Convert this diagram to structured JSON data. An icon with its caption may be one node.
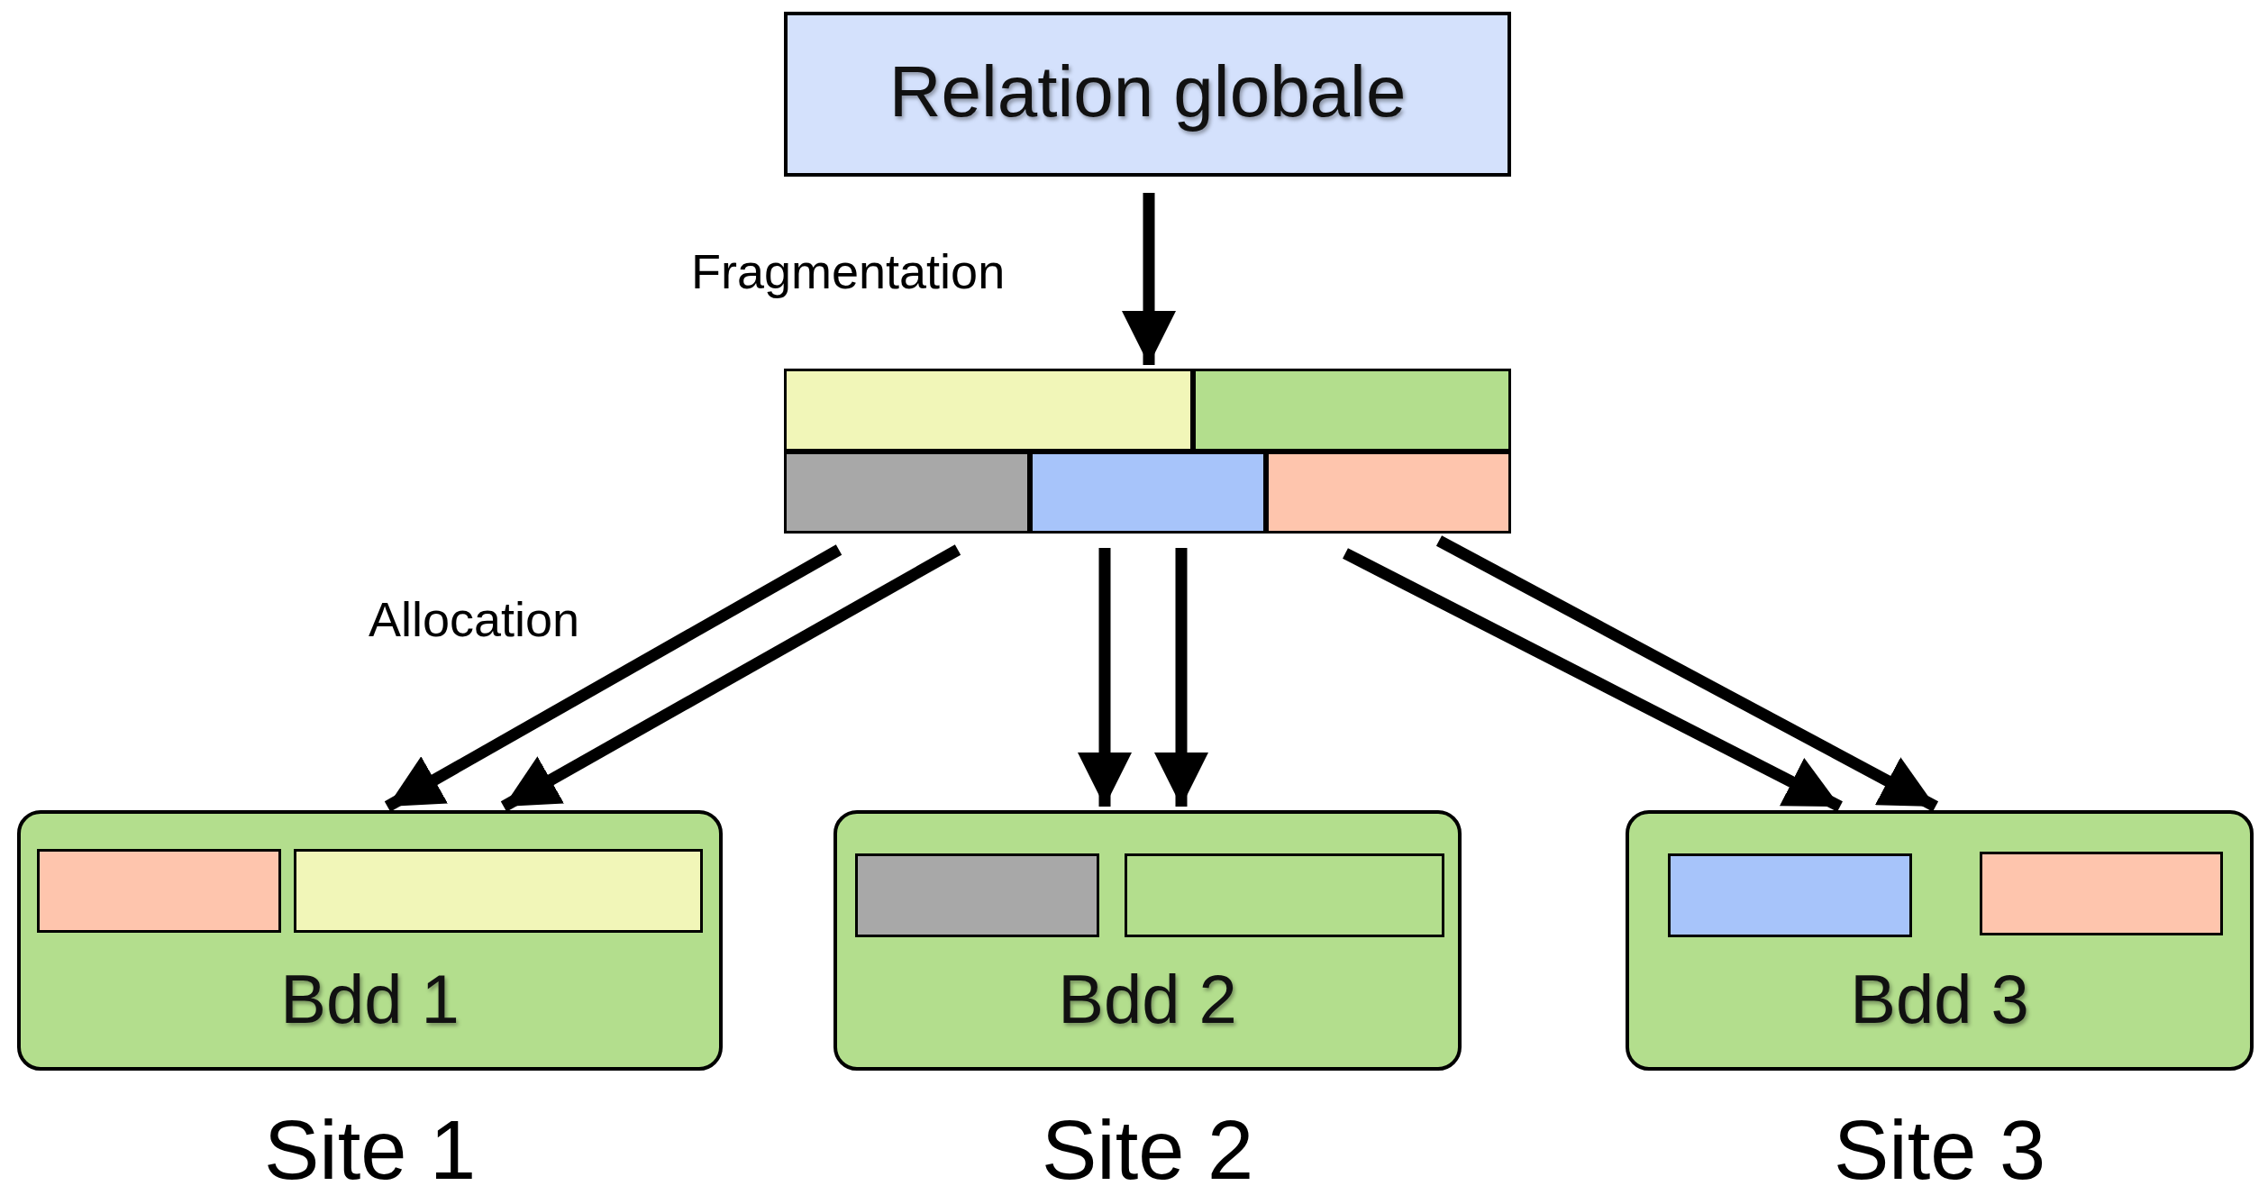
{
  "diagram": {
    "nodes": [
      {
        "text": [
          "Relation globale"
        ]
      },
      {
        "text": [],
        "shape": "box"
      },
      {
        "text": [],
        "shape": "box",
        "in": 1
      },
      {
        "text": [],
        "shape": "box",
        "in": 1
      },
      {
        "text": [],
        "shape": "box",
        "in": 1
      },
      {
        "text": [],
        "shape": "box",
        "in": 1
      },
      {
        "text": [],
        "shape": "box",
        "in": 1
      },
      {
        "text": [
          "Bdd 1"
        ],
        "beside": [
          "Site 1"
        ]
      },
      {
        "text": [],
        "shape": "box",
        "in": 7
      },
      {
        "text": [],
        "shape": "box",
        "in": 7
      },
      {
        "text": [
          "Bdd 2"
        ],
        "beside": [
          "Site 2"
        ]
      },
      {
        "text": [],
        "shape": "box",
        "in": 10
      },
      {
        "text": [],
        "shape": "box",
        "in": 10
      },
      {
        "text": [
          "Bdd 3"
        ],
        "beside": [
          "Site 3"
        ]
      },
      {
        "text": [],
        "shape": "box",
        "in": 13
      },
      {
        "text": [],
        "shape": "box",
        "in": 13
      }
    ],
    "edges": [
      {
        "from": 0,
        "to": 1,
        "arrow": "to",
        "label": "Fragmentation"
      },
      {
        "from": 1,
        "to": 7,
        "arrow": "to",
        "label": "Allocation"
      },
      {
        "from": 1,
        "to": 7,
        "arrow": "to"
      },
      {
        "from": 1,
        "to": 10,
        "arrow": "to"
      },
      {
        "from": 1,
        "to": 10,
        "arrow": "to"
      },
      {
        "from": 1,
        "to": 13,
        "arrow": "to"
      },
      {
        "from": 1,
        "to": 13,
        "arrow": "to"
      }
    ]
  }
}
